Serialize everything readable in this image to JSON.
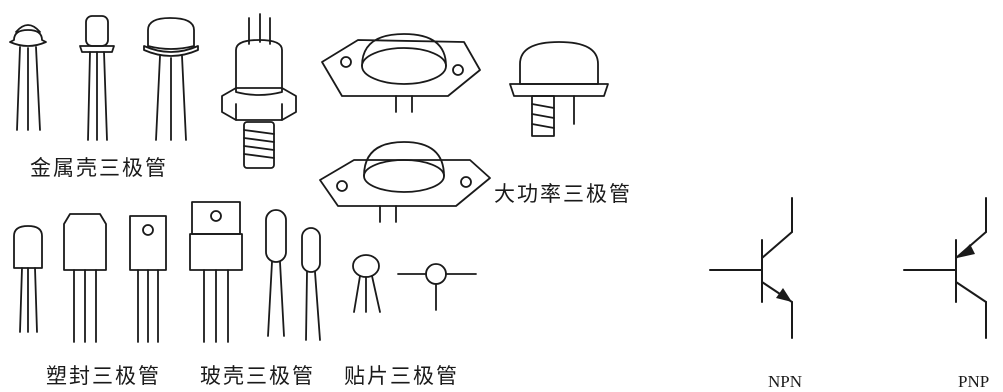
{
  "labels": {
    "metal_can": "金属壳三极管",
    "high_power": "大功率三极管",
    "plastic": "塑封三极管",
    "glass": "玻壳三极管",
    "smd": "贴片三极管"
  },
  "symbols": {
    "npn": "NPN",
    "pnp": "PNP"
  },
  "colors": {
    "ink": "#1a1a1a",
    "background": "#ffffff"
  }
}
